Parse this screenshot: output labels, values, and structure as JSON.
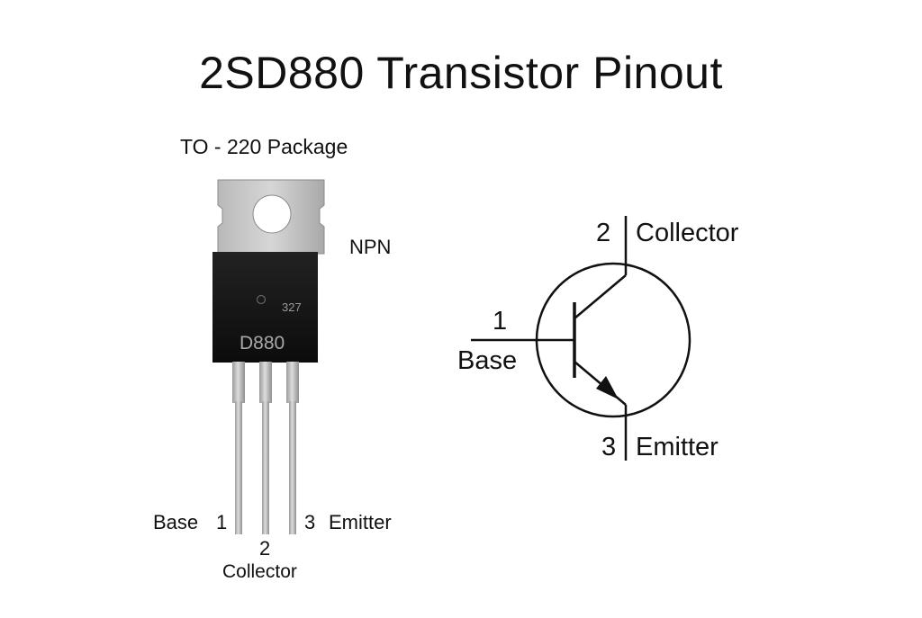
{
  "title": "2SD880 Transistor Pinout",
  "package": {
    "label": "TO - 220 Package",
    "type_label": "NPN",
    "chip_marking": "D880",
    "chip_code": "327"
  },
  "package_pins": {
    "base_label": "Base",
    "base_num": "1",
    "collector_num": "2",
    "collector_label": "Collector",
    "emitter_num": "3",
    "emitter_label": "Emitter"
  },
  "schematic": {
    "collector_num": "2",
    "collector_label": "Collector",
    "base_num": "1",
    "base_label": "Base",
    "emitter_num": "3",
    "emitter_label": "Emitter"
  }
}
